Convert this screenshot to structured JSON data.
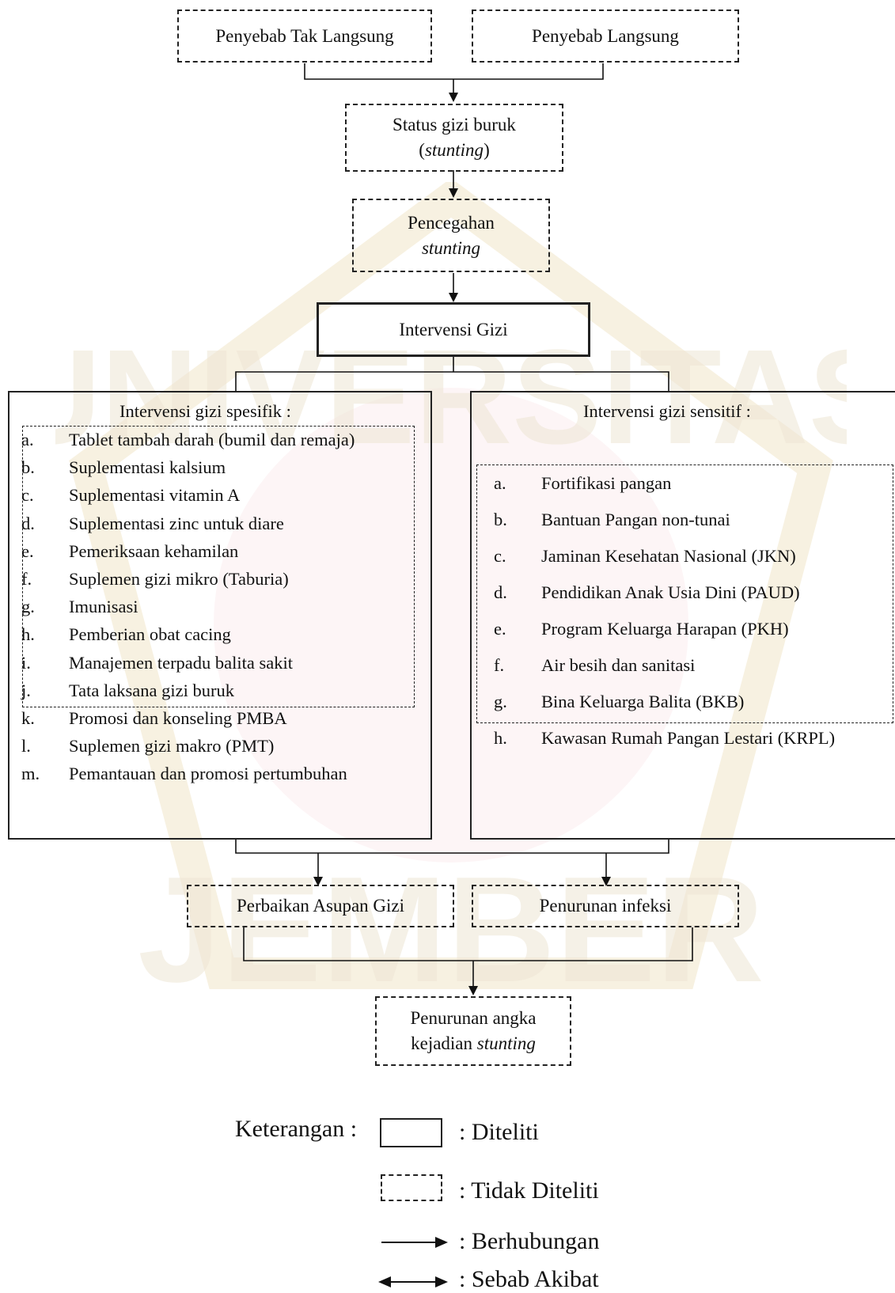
{
  "diagram": {
    "top_boxes": {
      "indirect": "Penyebab Tak Langsung",
      "direct": "Penyebab Langsung"
    },
    "status": {
      "line1": "Status gizi  buruk",
      "line2_open": "(",
      "line2_em": "stunting",
      "line2_close": ")"
    },
    "prevention": {
      "line1": "Pencegahan",
      "line2_em": "stunting"
    },
    "intervention": "Intervensi Gizi",
    "specific": {
      "title": "Intervensi gizi spesifik :",
      "items": [
        {
          "letter": "a.",
          "text": "Tablet tambah darah (bumil dan remaja)"
        },
        {
          "letter": "b.",
          "text": "Suplementasi kalsium"
        },
        {
          "letter": "c.",
          "text": "Suplementasi vitamin A"
        },
        {
          "letter": "d.",
          "text": "Suplementasi zinc untuk diare"
        },
        {
          "letter": "e.",
          "text": "Pemeriksaan kehamilan"
        },
        {
          "letter": "f.",
          "text": "Suplemen gizi mikro (Taburia)"
        },
        {
          "letter": "g.",
          "text": "Imunisasi"
        },
        {
          "letter": "h.",
          "text": "Pemberian obat cacing"
        },
        {
          "letter": "i.",
          "text": "Manajemen terpadu balita sakit"
        },
        {
          "letter": "j.",
          "text": "Tata laksana gizi buruk"
        },
        {
          "letter": "k.",
          "text": "Promosi dan konseling PMBA"
        },
        {
          "letter": "l.",
          "text": "Suplemen gizi makro (PMT)"
        },
        {
          "letter": "m.",
          "text": "Pemantauan dan promosi pertumbuhan"
        }
      ]
    },
    "sensitive": {
      "title": "Intervensi gizi sensitif :",
      "items": [
        {
          "letter": "a.",
          "text": "Fortifikasi pangan"
        },
        {
          "letter": "b.",
          "text": "Bantuan Pangan non-tunai"
        },
        {
          "letter": "c.",
          "text": "Jaminan Kesehatan Nasional (JKN)"
        },
        {
          "letter": "d.",
          "text": "Pendidikan Anak Usia Dini (PAUD)"
        },
        {
          "letter": "e.",
          "text": "Program Keluarga Harapan (PKH)"
        },
        {
          "letter": "f.",
          "text": "Air besih dan sanitasi"
        },
        {
          "letter": "g.",
          "text": "Bina Keluarga Balita (BKB)"
        },
        {
          "letter": "h.",
          "text": "Kawasan Rumah Pangan Lestari (KRPL)"
        }
      ]
    },
    "outcomes": {
      "intake": "Perbaikan Asupan Gizi",
      "infection": "Penurunan infeksi"
    },
    "final": {
      "line1": "Penurunan angka",
      "line2_prefix": "kejadian ",
      "line2_em": "stunting"
    }
  },
  "legend": {
    "title": "Keterangan :",
    "studied": ": Diteliti",
    "not_studied": ": Tidak Diteliti",
    "related": ": Berhubungan",
    "cause_effect": ": Sebab Akibat"
  },
  "watermark": {
    "text_top": "UNIVERSITAS",
    "text_bottom": "JEMBER",
    "color": "#e8d2a0"
  }
}
